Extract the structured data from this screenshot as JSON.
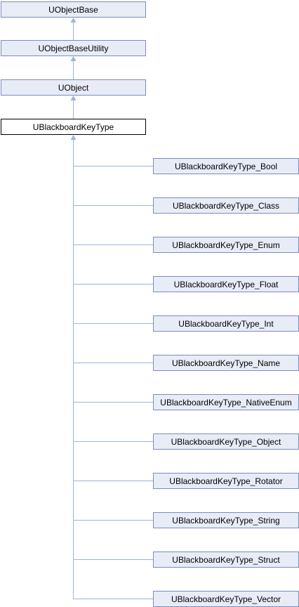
{
  "hierarchy": [
    {
      "id": "uobjectbase",
      "label": "UObjectBase"
    },
    {
      "id": "uobjectbaseutility",
      "label": "UObjectBaseUtility"
    },
    {
      "id": "uobject",
      "label": "UObject"
    },
    {
      "id": "ublackboardkeytype",
      "label": "UBlackboardKeyType",
      "current": true
    }
  ],
  "children": [
    {
      "id": "bool",
      "label": "UBlackboardKeyType_Bool"
    },
    {
      "id": "class",
      "label": "UBlackboardKeyType_Class"
    },
    {
      "id": "enum",
      "label": "UBlackboardKeyType_Enum"
    },
    {
      "id": "float",
      "label": "UBlackboardKeyType_Float"
    },
    {
      "id": "int",
      "label": "UBlackboardKeyType_Int"
    },
    {
      "id": "name",
      "label": "UBlackboardKeyType_Name"
    },
    {
      "id": "nativeenum",
      "label": "UBlackboardKeyType_NativeEnum"
    },
    {
      "id": "object",
      "label": "UBlackboardKeyType_Object"
    },
    {
      "id": "rotator",
      "label": "UBlackboardKeyType_Rotator"
    },
    {
      "id": "string",
      "label": "UBlackboardKeyType_String"
    },
    {
      "id": "struct",
      "label": "UBlackboardKeyType_Struct"
    },
    {
      "id": "vector",
      "label": "UBlackboardKeyType_Vector"
    }
  ],
  "colors": {
    "node_fill": "#e8ecf7",
    "node_border": "#7c8cba",
    "current_fill": "#ffffff",
    "current_border": "#000000",
    "edge": "#9cb4d8"
  }
}
